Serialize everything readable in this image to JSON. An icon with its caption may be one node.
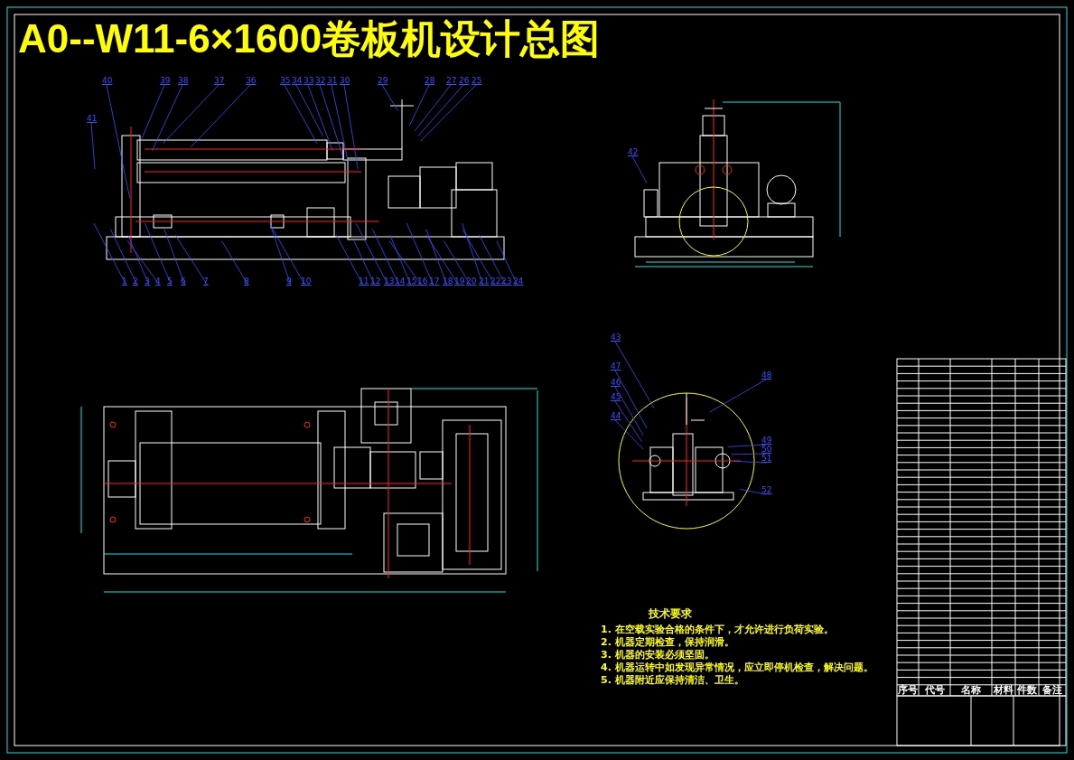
{
  "diagram": {
    "title": "A0--W11-6×1600卷板机设计总图",
    "nodes": [
      {
        "text": [
          "40"
        ]
      },
      {
        "text": [
          "39"
        ]
      },
      {
        "text": [
          "38"
        ]
      },
      {
        "text": [
          "37"
        ]
      },
      {
        "text": [
          "36"
        ]
      },
      {
        "text": [
          "35"
        ]
      },
      {
        "text": [
          "34"
        ]
      },
      {
        "text": [
          "33"
        ]
      },
      {
        "text": [
          "32"
        ]
      },
      {
        "text": [
          "31"
        ]
      },
      {
        "text": [
          "30"
        ]
      },
      {
        "text": [
          "29"
        ]
      },
      {
        "text": [
          "28"
        ]
      },
      {
        "text": [
          "27"
        ]
      },
      {
        "text": [
          "26"
        ]
      },
      {
        "text": [
          "25"
        ]
      },
      {
        "text": [
          "41"
        ]
      },
      {
        "text": [
          "1"
        ]
      },
      {
        "text": [
          "2"
        ]
      },
      {
        "text": [
          "3"
        ]
      },
      {
        "text": [
          "4"
        ]
      },
      {
        "text": [
          "5"
        ]
      },
      {
        "text": [
          "6"
        ]
      },
      {
        "text": [
          "7"
        ]
      },
      {
        "text": [
          "8"
        ]
      },
      {
        "text": [
          "9"
        ]
      },
      {
        "text": [
          "10"
        ]
      },
      {
        "text": [
          "11"
        ]
      },
      {
        "text": [
          "12"
        ]
      },
      {
        "text": [
          "13"
        ]
      },
      {
        "text": [
          "14"
        ]
      },
      {
        "text": [
          "15"
        ]
      },
      {
        "text": [
          "16"
        ]
      },
      {
        "text": [
          "17"
        ]
      },
      {
        "text": [
          "18"
        ]
      },
      {
        "text": [
          "19"
        ]
      },
      {
        "text": [
          "20"
        ]
      },
      {
        "text": [
          "21"
        ]
      },
      {
        "text": [
          "22"
        ]
      },
      {
        "text": [
          "23"
        ]
      },
      {
        "text": [
          "24"
        ]
      },
      {
        "text": [
          "42"
        ]
      },
      {
        "text": [
          "43"
        ]
      },
      {
        "text": [
          "47"
        ]
      },
      {
        "text": [
          "46"
        ]
      },
      {
        "text": [
          "45"
        ]
      },
      {
        "text": [
          "44"
        ]
      },
      {
        "text": [
          "48"
        ]
      },
      {
        "text": [
          "49"
        ]
      },
      {
        "text": [
          "50"
        ]
      },
      {
        "text": [
          "51"
        ]
      },
      {
        "text": [
          "52"
        ]
      }
    ],
    "edges": [
      {
        "from": 0,
        "to": null,
        "arrow": "none"
      },
      {
        "from": 1,
        "to": null,
        "arrow": "none"
      },
      {
        "from": 2,
        "to": null,
        "arrow": "none"
      },
      {
        "from": 3,
        "to": null,
        "arrow": "none"
      },
      {
        "from": 4,
        "to": null,
        "arrow": "none"
      },
      {
        "from": 5,
        "to": null,
        "arrow": "none"
      },
      {
        "from": 6,
        "to": null,
        "arrow": "none"
      },
      {
        "from": 7,
        "to": null,
        "arrow": "none"
      },
      {
        "from": 8,
        "to": null,
        "arrow": "none"
      },
      {
        "from": 9,
        "to": null,
        "arrow": "none"
      },
      {
        "from": 10,
        "to": null,
        "arrow": "none"
      },
      {
        "from": 11,
        "to": null,
        "arrow": "none"
      },
      {
        "from": 12,
        "to": null,
        "arrow": "none"
      },
      {
        "from": 13,
        "to": null,
        "arrow": "none"
      },
      {
        "from": 14,
        "to": null,
        "arrow": "none"
      },
      {
        "from": 15,
        "to": null,
        "arrow": "none"
      },
      {
        "from": 16,
        "to": null,
        "arrow": "none"
      },
      {
        "from": 17,
        "to": null,
        "arrow": "none"
      },
      {
        "from": 18,
        "to": null,
        "arrow": "none"
      },
      {
        "from": 19,
        "to": null,
        "arrow": "none"
      },
      {
        "from": 20,
        "to": null,
        "arrow": "none"
      },
      {
        "from": 21,
        "to": null,
        "arrow": "none"
      },
      {
        "from": 22,
        "to": null,
        "arrow": "none"
      },
      {
        "from": 23,
        "to": null,
        "arrow": "none"
      },
      {
        "from": 24,
        "to": null,
        "arrow": "none"
      },
      {
        "from": 25,
        "to": null,
        "arrow": "none"
      },
      {
        "from": 26,
        "to": null,
        "arrow": "none"
      },
      {
        "from": 27,
        "to": null,
        "arrow": "none"
      },
      {
        "from": 28,
        "to": null,
        "arrow": "none"
      },
      {
        "from": 29,
        "to": null,
        "arrow": "none"
      },
      {
        "from": 30,
        "to": null,
        "arrow": "none"
      },
      {
        "from": 31,
        "to": null,
        "arrow": "none"
      },
      {
        "from": 32,
        "to": null,
        "arrow": "none"
      },
      {
        "from": 33,
        "to": null,
        "arrow": "none"
      },
      {
        "from": 34,
        "to": null,
        "arrow": "none"
      },
      {
        "from": 35,
        "to": null,
        "arrow": "none"
      },
      {
        "from": 36,
        "to": null,
        "arrow": "none"
      },
      {
        "from": 37,
        "to": null,
        "arrow": "none"
      },
      {
        "from": 38,
        "to": null,
        "arrow": "none"
      },
      {
        "from": 39,
        "to": null,
        "arrow": "none"
      },
      {
        "from": 40,
        "to": null,
        "arrow": "none"
      },
      {
        "from": 41,
        "to": null,
        "arrow": "none"
      },
      {
        "from": 42,
        "to": null,
        "arrow": "none"
      },
      {
        "from": 43,
        "to": null,
        "arrow": "none"
      },
      {
        "from": 44,
        "to": null,
        "arrow": "none"
      },
      {
        "from": 45,
        "to": null,
        "arrow": "none"
      },
      {
        "from": 46,
        "to": null,
        "arrow": "none"
      },
      {
        "from": 47,
        "to": null,
        "arrow": "none"
      },
      {
        "from": 48,
        "to": null,
        "arrow": "none"
      },
      {
        "from": 49,
        "to": null,
        "arrow": "none"
      },
      {
        "from": 50,
        "to": null,
        "arrow": "none"
      },
      {
        "from": 51,
        "to": null,
        "arrow": "none"
      }
    ],
    "labels": [
      "技术要求",
      "1. 在空载实验合格的条件下，才允许进行负荷实验。",
      "2. 机器定期检查，保持润滑。",
      "3. 机器的安装必须坚固。",
      "4. 机器运转中如发现异常情况，应立即停机检查，解决问题。",
      "5. 机器附近应保持清洁、卫生。",
      "序号",
      "代号",
      "名称",
      "材料",
      "件数",
      "备注"
    ]
  }
}
